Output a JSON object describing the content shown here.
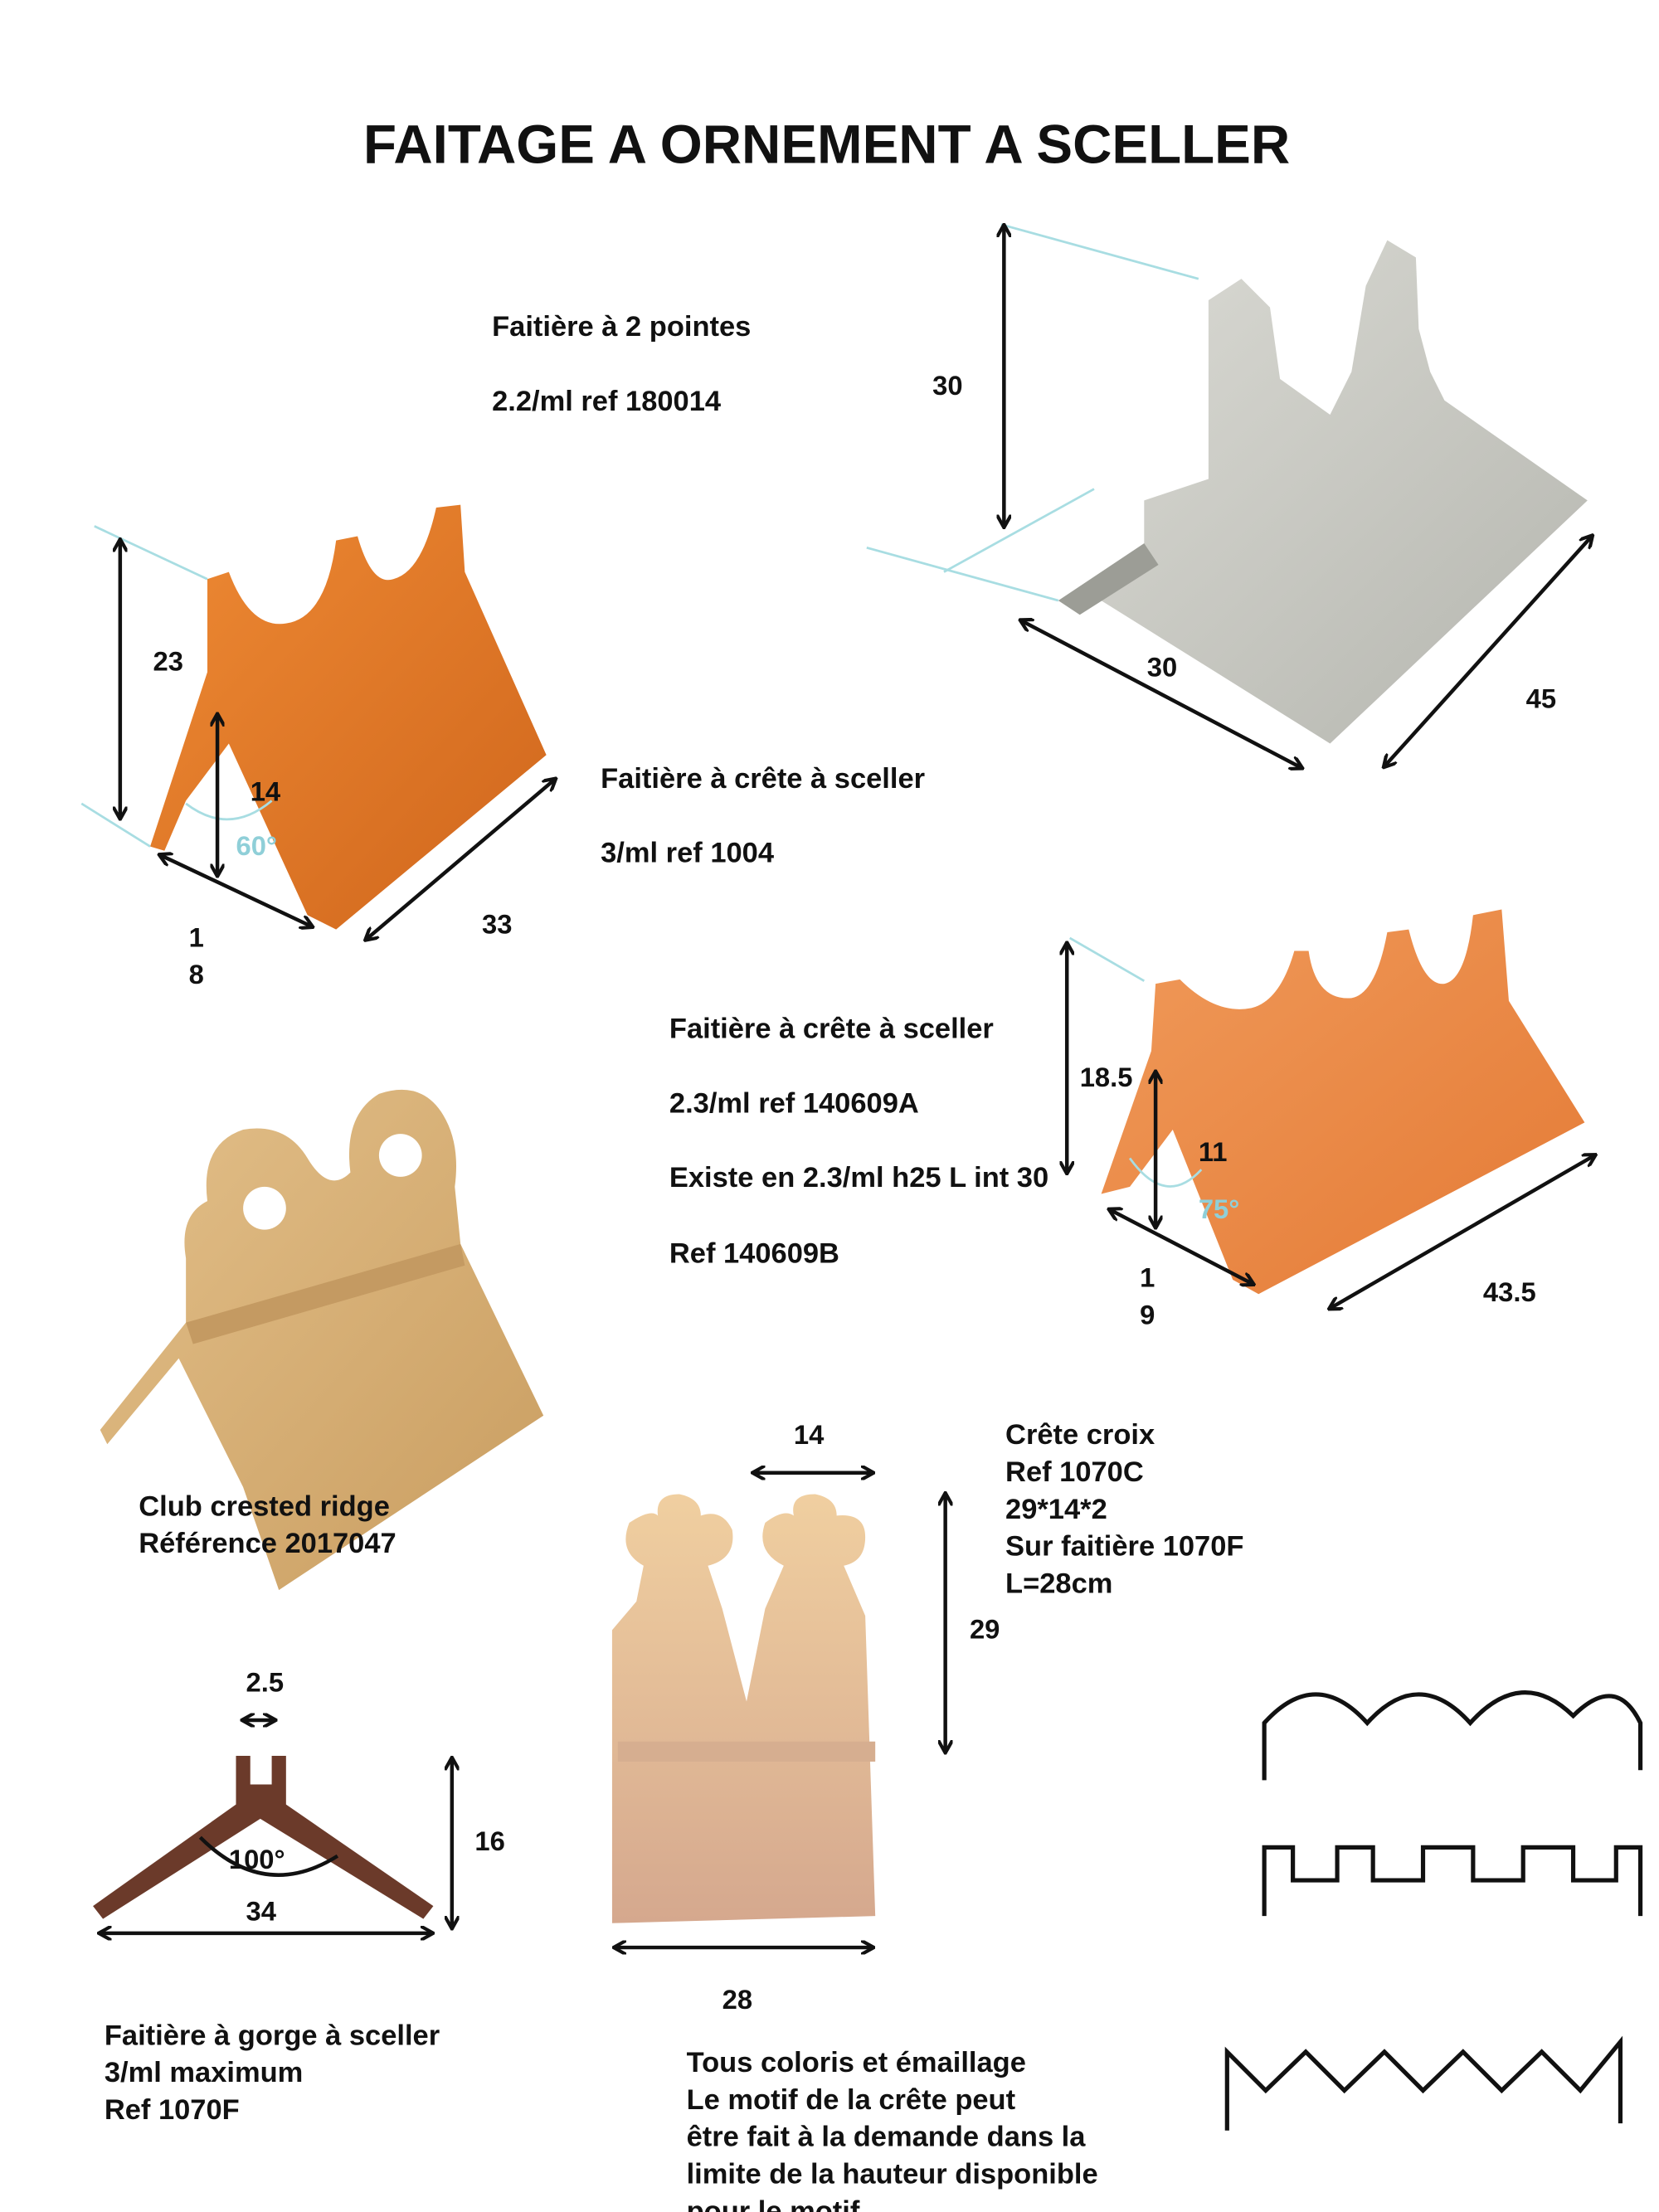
{
  "title": "FAITAGE  A  ORNEMENT A SCELLER",
  "products": {
    "two_points": {
      "name": "Faitière à 2 pointes",
      "ref": "2.2/ml ref 180014",
      "dim_height": "30",
      "dim_width": "30",
      "dim_length": "45",
      "color": "#c8c8c2"
    },
    "crest_1004": {
      "name": "Faitière à crête à sceller",
      "ref": "3/ml ref 1004",
      "dim_height": "23",
      "dim_inner": "14",
      "angle": "60°",
      "dim_base_1": "1",
      "dim_base_2": "8",
      "dim_length": "33",
      "color": "#e0782a"
    },
    "crest_140609": {
      "name": "Faitière à crête à sceller",
      "ref": "2.3/ml ref 140609A",
      "variant": "Existe en 2.3/ml h25 L int 30",
      "variant_ref": "Ref 140609B",
      "dim_height": "18.5",
      "dim_inner": "11",
      "angle": "75°",
      "dim_base_1": "1",
      "dim_base_2": "9",
      "dim_length": "43.5",
      "color": "#e8894a"
    },
    "club": {
      "name": "Club crested ridge",
      "ref": "Référence 2017047",
      "color": "#d9b47c"
    },
    "cross_crest": {
      "name": "Crête croix",
      "ref": "Ref 1070C",
      "size": "29*14*2",
      "on": "Sur faitière 1070F",
      "length": "L=28cm",
      "dim_width": "14",
      "dim_height": "29",
      "dim_length": "28",
      "color": "#e3bd98"
    },
    "gorge": {
      "name": "Faitière à gorge à sceller",
      "qty": "3/ml maximum",
      "ref": "Ref 1070F",
      "dim_gap": "2.5",
      "angle": "100°",
      "dim_width": "34",
      "dim_height": "16",
      "color": "#6b3a2a"
    }
  },
  "notes": [
    "Tous coloris et émaillage",
    "Le motif de la crête peut",
    "être fait à la demande dans la",
    "limite de la hauteur disponible",
    "pour le motif"
  ]
}
